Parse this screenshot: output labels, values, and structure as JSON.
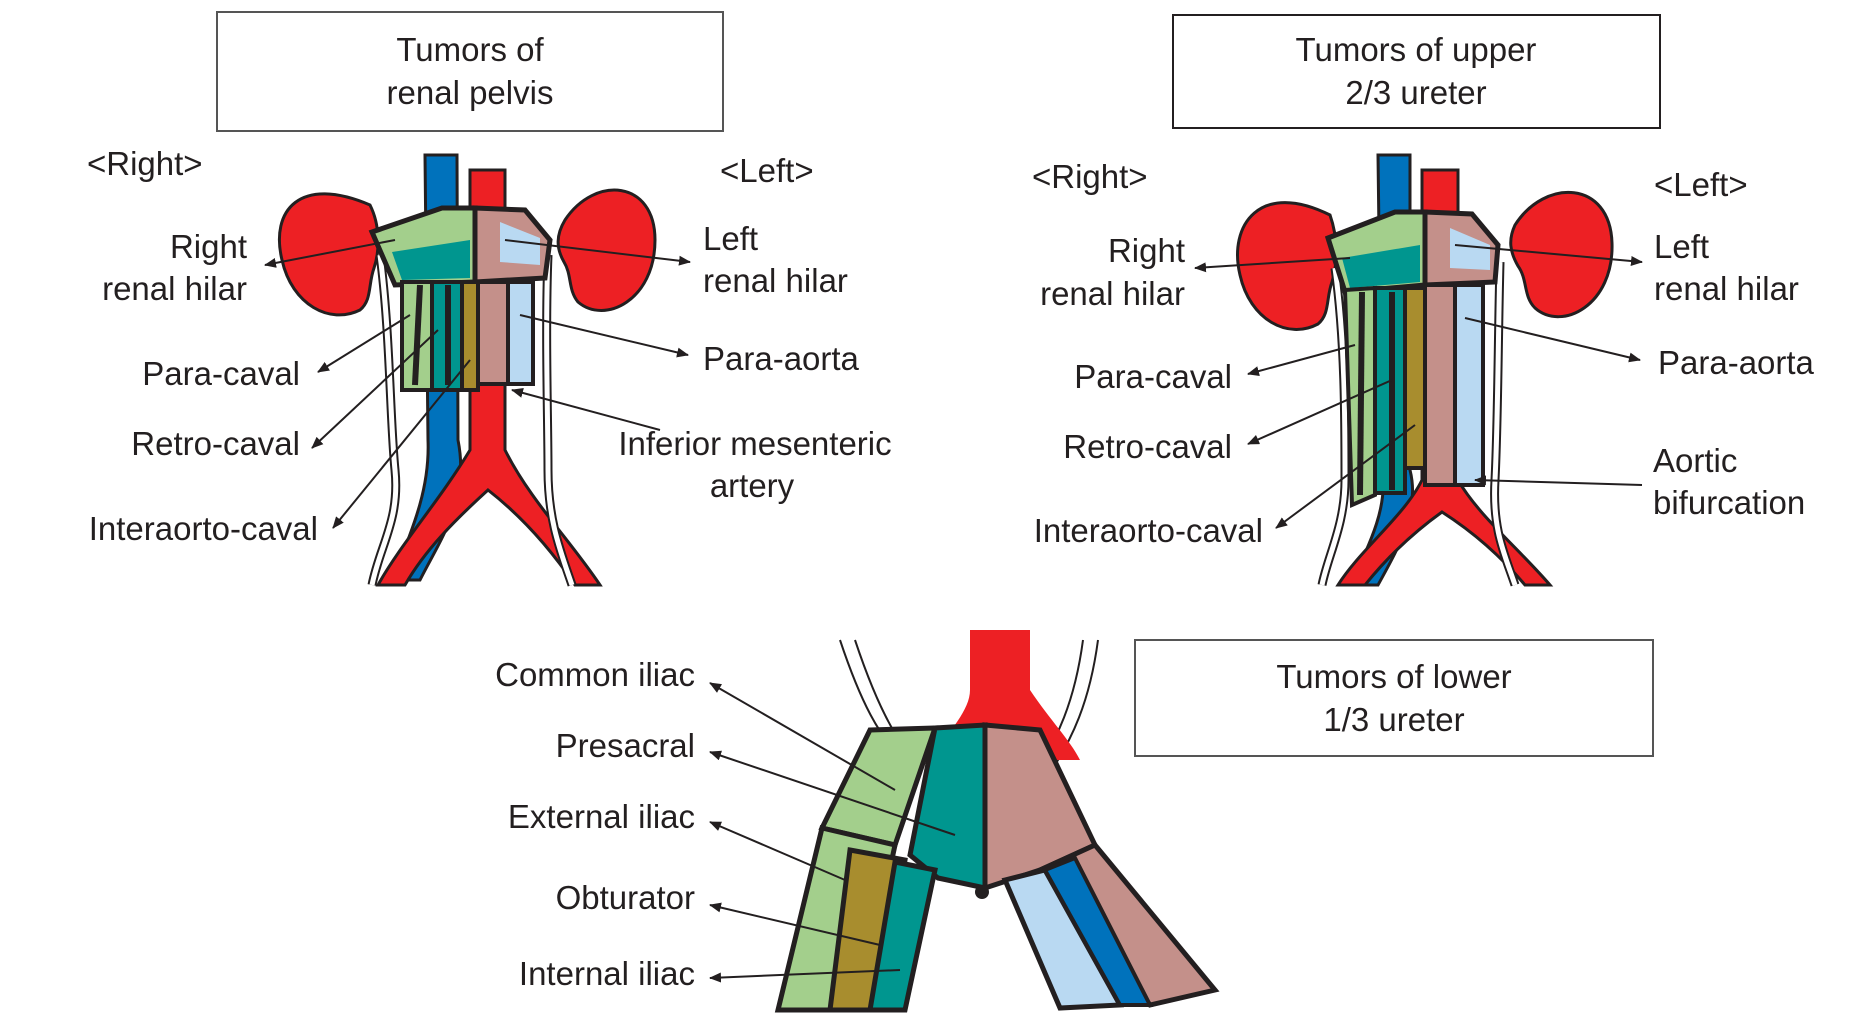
{
  "panels": {
    "renal_pelvis": {
      "title_line1": "Tumors of",
      "title_line2": "renal pelvis",
      "side_right": "<Right>",
      "side_left": "<Left>",
      "labels": {
        "right_hilar_1": "Right",
        "right_hilar_2": "renal hilar",
        "left_hilar_1": "Left",
        "left_hilar_2": "renal hilar",
        "para_caval": "Para-caval",
        "retro_caval": "Retro-caval",
        "interaorto_caval": "Interaorto-caval",
        "para_aorta": "Para-aorta",
        "ima_1": "Inferior mesenteric",
        "ima_2": "artery"
      }
    },
    "upper_ureter": {
      "title_line1": "Tumors of upper",
      "title_line2": "2/3 ureter",
      "side_right": "<Right>",
      "side_left": "<Left>",
      "labels": {
        "right_hilar_1": "Right",
        "right_hilar_2": "renal hilar",
        "left_hilar_1": "Left",
        "left_hilar_2": "renal hilar",
        "para_caval": "Para-caval",
        "retro_caval": "Retro-caval",
        "interaorto_caval": "Interaorto-caval",
        "para_aorta": "Para-aorta",
        "bifurcation_1": "Aortic",
        "bifurcation_2": "bifurcation"
      }
    },
    "lower_ureter": {
      "title_line1": "Tumors of lower",
      "title_line2": "1/3 ureter",
      "labels": {
        "common_iliac": "Common iliac",
        "presacral": "Presacral",
        "external_iliac": "External iliac",
        "obturator": "Obturator",
        "internal_iliac": "Internal iliac"
      }
    }
  },
  "colors": {
    "artery": "#ed2024",
    "vein": "#0072bc",
    "light_green": "#a3cf8c",
    "teal": "#00968f",
    "olive": "#a88d2e",
    "rose": "#c4908a",
    "light_blue": "#b9d9f2"
  }
}
